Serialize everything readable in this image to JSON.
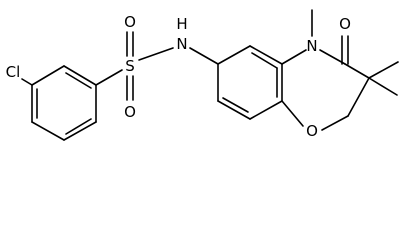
{
  "figure": {
    "type": "chemical-structure",
    "description_visible": false
  },
  "atoms": {
    "cl": "Cl",
    "s": "S",
    "o_top": "O",
    "o_bottom": "O",
    "nh": "N",
    "h": "H",
    "n_methyl": "N",
    "o_carbonyl": "O",
    "o_ring": "O"
  },
  "colors": {
    "bond": "#000000",
    "text": "#000000",
    "background": "#ffffff"
  }
}
